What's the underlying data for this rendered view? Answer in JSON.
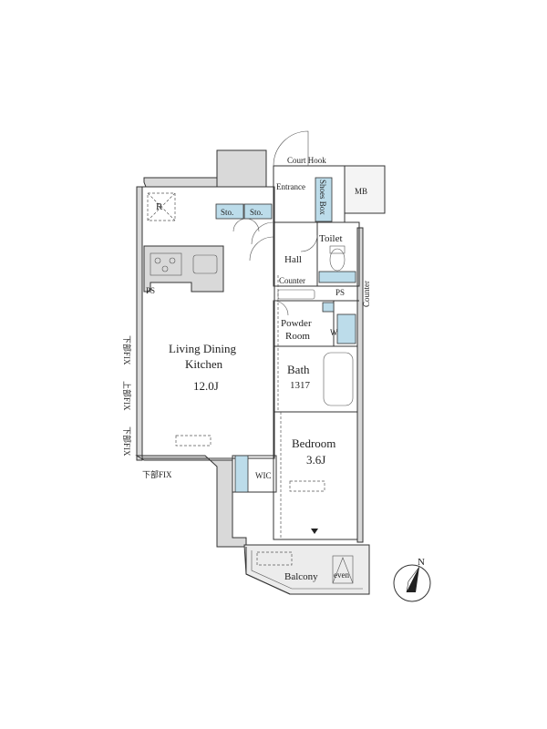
{
  "rooms": {
    "ldk_line1": "Living Dining",
    "ldk_line2": "Kitchen",
    "ldk_size": "12.0J",
    "bedroom": "Bedroom",
    "bedroom_size": "3.6J",
    "bath": "Bath",
    "bath_size": "1317",
    "powder_line1": "Powder",
    "powder_line2": "Room",
    "toilet": "Toilet",
    "hall": "Hall",
    "entrance": "Entrance",
    "balcony": "Balcony",
    "wic": "WIC"
  },
  "fixtures": {
    "court_hook": "Court Hook",
    "mb": "MB",
    "shoes_box": "Shoes Box",
    "sto_1": "Sto.",
    "sto_2": "Sto.",
    "counter_hall": "Counter",
    "counter_side": "Counter",
    "ps_kitchen": "PS",
    "ps_toilet": "PS",
    "w": "W",
    "r": "R",
    "even": "even"
  },
  "window_notes": {
    "fix_1": "下部FIX",
    "fix_2": "上部FIX",
    "fix_3": "下部FIX",
    "fix_bottom": "下部FIX"
  },
  "compass": {
    "label": "N"
  }
}
